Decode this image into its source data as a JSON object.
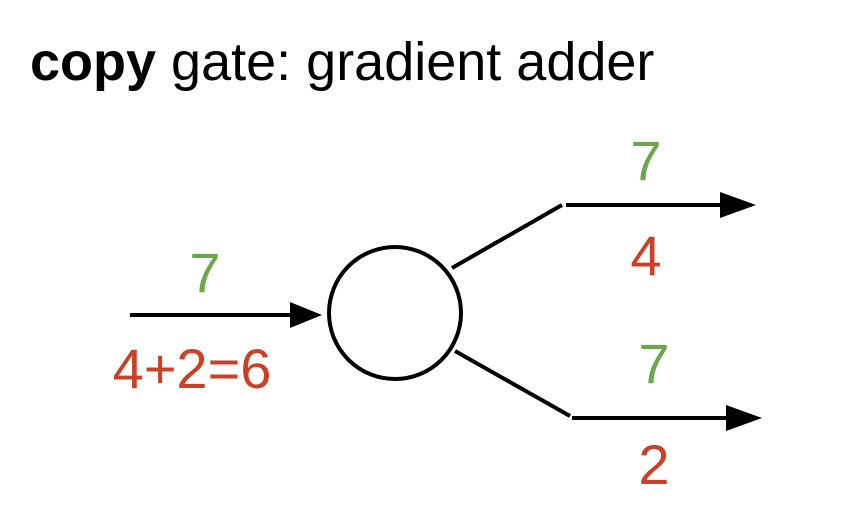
{
  "title": {
    "bold_word": "copy",
    "rest": " gate: gradient adder"
  },
  "colors": {
    "forward": "#6aa84f",
    "gradient": "#cc4125",
    "stroke": "#000000"
  },
  "input": {
    "forward": "7",
    "gradient": "4+2=6"
  },
  "output_top": {
    "forward": "7",
    "gradient": "4"
  },
  "output_bottom": {
    "forward": "7",
    "gradient": "2"
  }
}
